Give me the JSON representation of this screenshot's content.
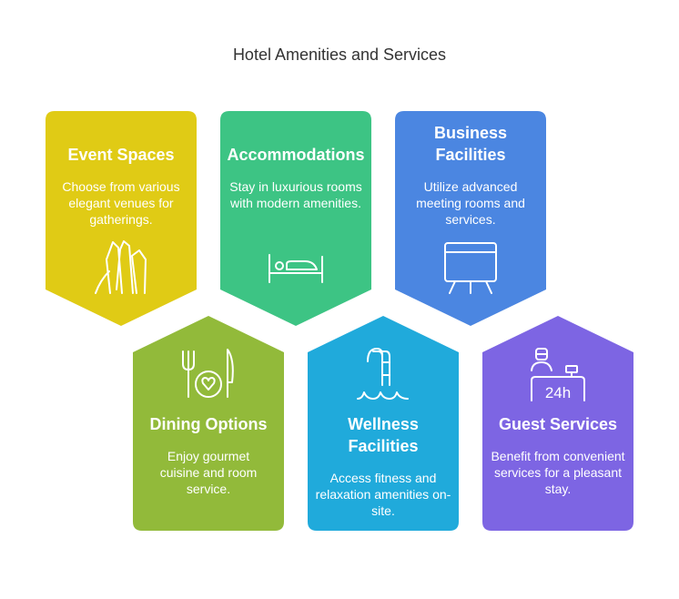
{
  "title": "Hotel Amenities and Services",
  "cards": [
    {
      "title": "Event Spaces",
      "text": "Choose from various elegant venues for gatherings.",
      "icon": "crystals-icon",
      "color": "#E0CB15"
    },
    {
      "title": "Accommodations",
      "text": "Stay in luxurious rooms with modern amenities.",
      "icon": "bed-icon",
      "color": "#3DC484"
    },
    {
      "title": "Business Facilities",
      "text": "Utilize advanced meeting rooms and services.",
      "icon": "presentation-board-icon",
      "color": "#4B86E1"
    },
    {
      "title": "Dining Options",
      "text": "Enjoy gourmet cuisine and room service.",
      "icon": "plate-cutlery-icon",
      "color": "#92BA3A"
    },
    {
      "title": "Wellness Facilities",
      "text": "Access fitness and relaxation amenities on-site.",
      "icon": "pool-ladder-icon",
      "color": "#20AADB"
    },
    {
      "title": "Guest Services",
      "text": "Benefit from convenient services for a pleasant stay.",
      "icon": "reception-24h-icon",
      "color": "#7D65E3",
      "icon_label": "24h"
    }
  ]
}
